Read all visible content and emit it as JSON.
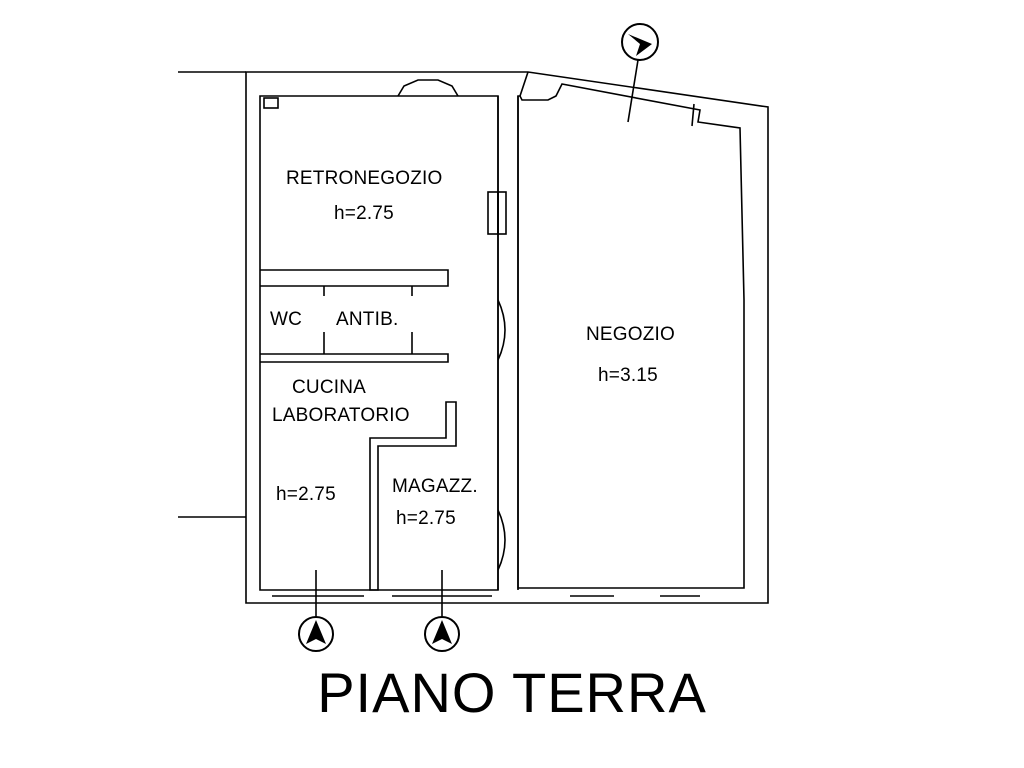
{
  "rooms": {
    "retronegozio": {
      "name": "RETRONEGOZIO",
      "height": "h=2.75"
    },
    "wc": {
      "name": "WC"
    },
    "antib": {
      "name": "ANTIB."
    },
    "cucina": {
      "name_line1": "CUCINA",
      "name_line2": "LABORATORIO",
      "height": "h=2.75"
    },
    "magazz": {
      "name": "MAGAZZ.",
      "height": "h=2.75"
    },
    "negozio": {
      "name": "NEGOZIO",
      "height": "h=3.15"
    }
  },
  "title": "PIANO TERRA",
  "icons": {
    "section_marker_top": "section-arrow-marker",
    "section_marker_left": "section-arrow-marker",
    "section_marker_right": "section-arrow-marker"
  }
}
